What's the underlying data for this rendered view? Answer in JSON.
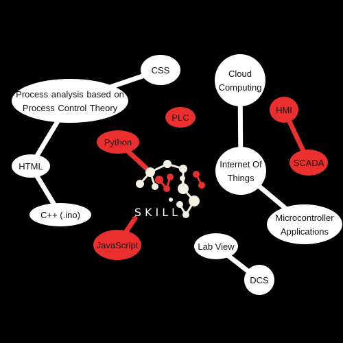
{
  "colors": {
    "background": "#000000",
    "node_white": "#ffffff",
    "node_red": "#ea2f2f",
    "edge_white": "#ffffff",
    "edge_red": "#ea2f2f",
    "text_dark": "#111111",
    "logo_cream": "#f3f0e2",
    "logo_red": "#ea2f2f",
    "logo_text": "#ffffff"
  },
  "logo": {
    "label": "SKILL"
  },
  "nodes": [
    {
      "id": "css",
      "lines": [
        "CSS"
      ],
      "color": "white"
    },
    {
      "id": "process-analysis",
      "lines": [
        "Process analysis based on",
        "Process Control Theory"
      ],
      "color": "white"
    },
    {
      "id": "html",
      "lines": [
        "HTML"
      ],
      "color": "white"
    },
    {
      "id": "cpp-ino",
      "lines": [
        "C++ (.ino)"
      ],
      "color": "white"
    },
    {
      "id": "plc",
      "lines": [
        "PLC"
      ],
      "color": "red"
    },
    {
      "id": "python",
      "lines": [
        "Python"
      ],
      "color": "red"
    },
    {
      "id": "javascript",
      "lines": [
        "JavaScript"
      ],
      "color": "red"
    },
    {
      "id": "cloud-computing",
      "lines": [
        "Cloud",
        "Computing"
      ],
      "color": "white"
    },
    {
      "id": "internet-of-things",
      "lines": [
        "Internet Of",
        "Things"
      ],
      "color": "white"
    },
    {
      "id": "microcontroller-applications",
      "lines": [
        "Microcontroller",
        "Applications"
      ],
      "color": "white"
    },
    {
      "id": "hmi",
      "lines": [
        "HMI"
      ],
      "color": "red"
    },
    {
      "id": "scada",
      "lines": [
        "SCADA"
      ],
      "color": "red"
    },
    {
      "id": "lab-view",
      "lines": [
        "Lab View"
      ],
      "color": "white"
    },
    {
      "id": "dcs",
      "lines": [
        "DCS"
      ],
      "color": "white"
    }
  ],
  "edges": [
    {
      "from": "css",
      "to": "process-analysis",
      "color": "white"
    },
    {
      "from": "process-analysis",
      "to": "html",
      "color": "white"
    },
    {
      "from": "html",
      "to": "cpp-ino",
      "color": "white"
    },
    {
      "from": "cloud-computing",
      "to": "internet-of-things",
      "color": "white"
    },
    {
      "from": "internet-of-things",
      "to": "microcontroller-applications",
      "color": "white"
    },
    {
      "from": "hmi",
      "to": "scada",
      "color": "red"
    },
    {
      "from": "lab-view",
      "to": "dcs",
      "color": "white"
    },
    {
      "from": "python",
      "to": "skill-logo",
      "color": "red"
    },
    {
      "from": "javascript",
      "to": "skill-logo",
      "color": "red"
    }
  ]
}
